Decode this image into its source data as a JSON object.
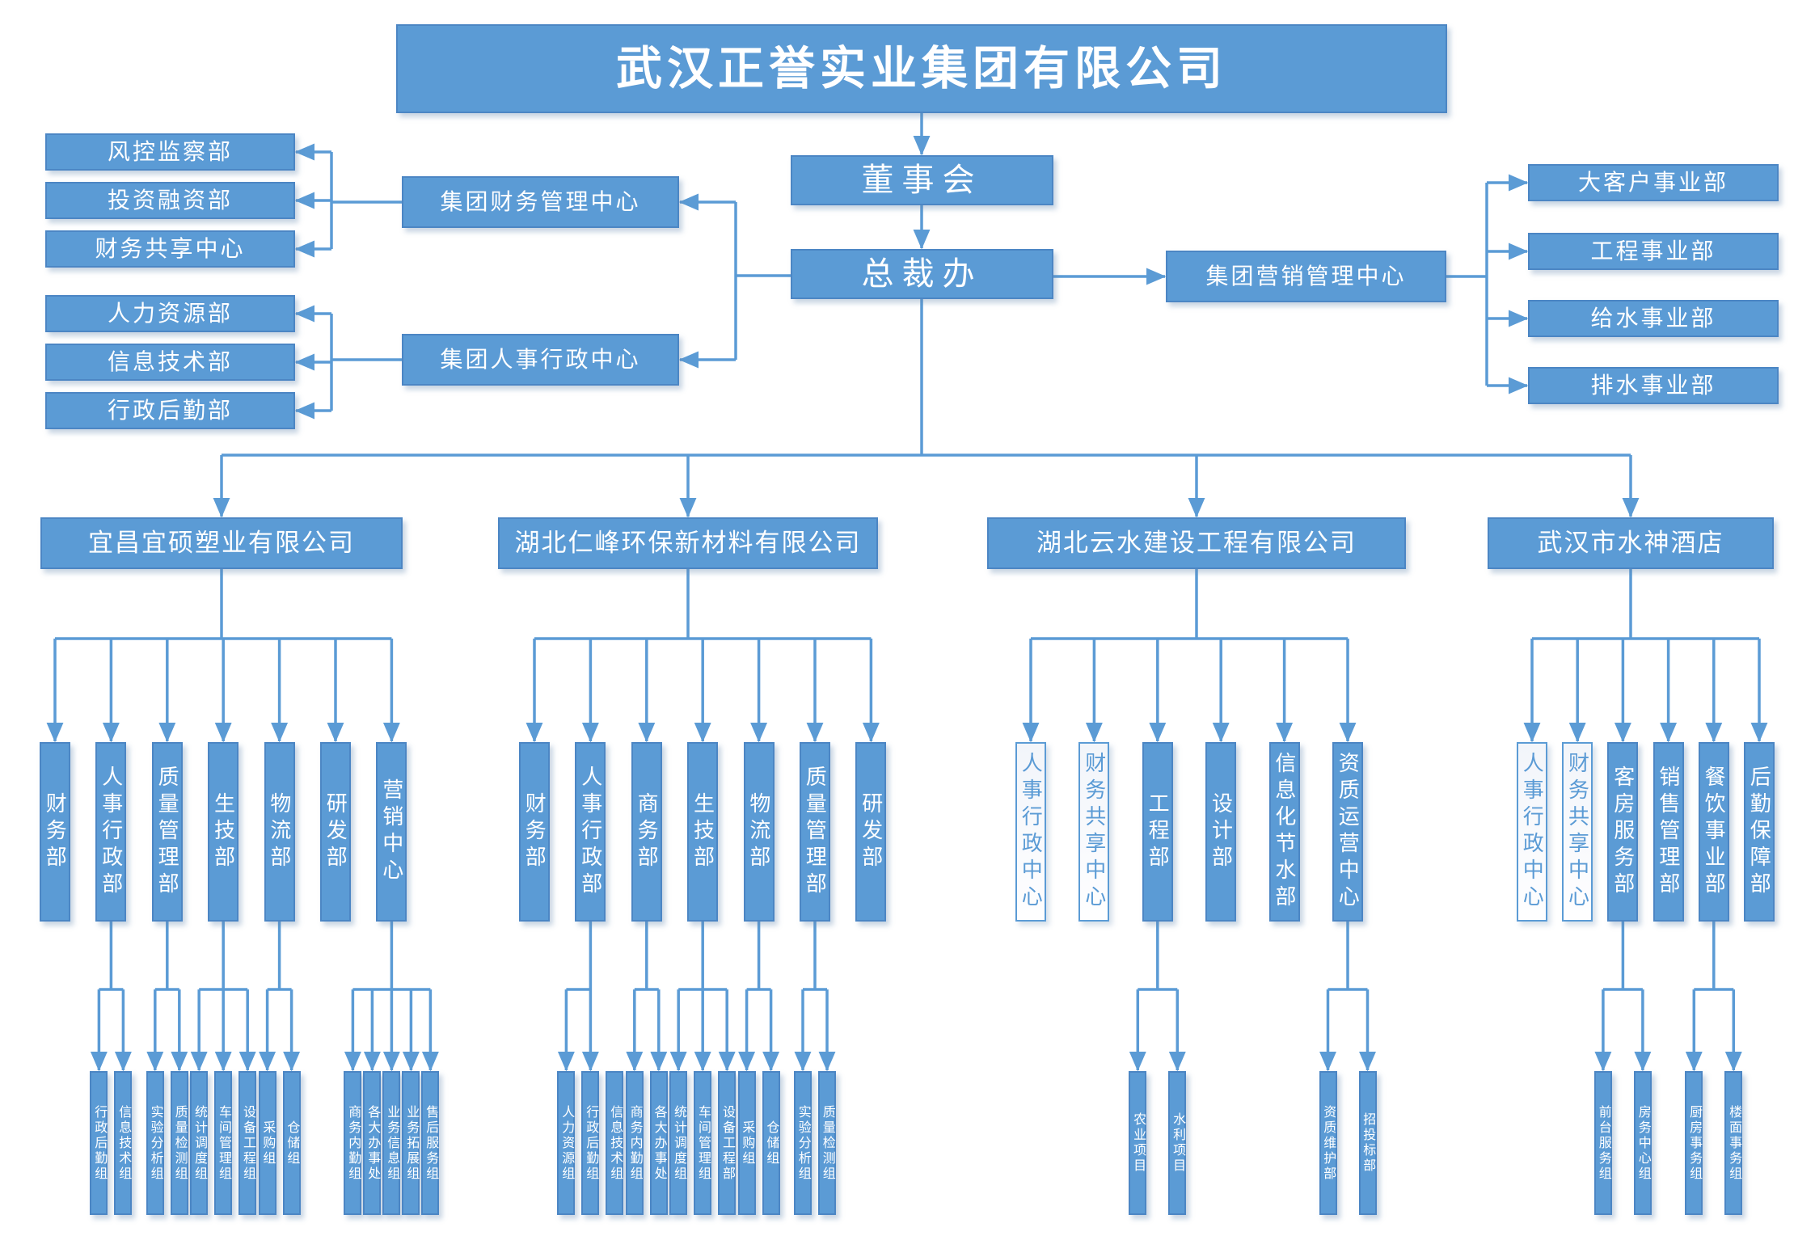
{
  "org_chart": {
    "title": "武汉正誉实业集团有限公司",
    "top_nodes": {
      "board": "董事会",
      "president_office": "总裁办"
    },
    "management_centers": {
      "finance": {
        "label": "集团财务管理中心",
        "departments": [
          "风控监察部",
          "投资融资部",
          "财务共享中心"
        ]
      },
      "hr_admin": {
        "label": "集团人事行政中心",
        "departments": [
          "人力资源部",
          "信息技术部",
          "行政后勤部"
        ]
      },
      "marketing": {
        "label": "集团营销管理中心",
        "departments": [
          "大客户事业部",
          "工程事业部",
          "给水事业部",
          "排水事业部"
        ]
      }
    },
    "subsidiaries": [
      {
        "name": "宜昌宜硕塑业有限公司",
        "departments": [
          {
            "label": "财务部",
            "variant": "filled",
            "groups": []
          },
          {
            "label": "人事行政部",
            "variant": "filled",
            "groups": [
              {
                "label": "行政后勤组"
              },
              {
                "label": "信息技术组"
              }
            ]
          },
          {
            "label": "质量管理部",
            "variant": "filled",
            "groups": [
              {
                "label": "实验分析组"
              },
              {
                "label": "质量检测组"
              }
            ]
          },
          {
            "label": "生技部",
            "variant": "filled",
            "groups": [
              {
                "label": "统计调度组"
              },
              {
                "label": "车间管理组"
              },
              {
                "label": "设备工程组"
              }
            ]
          },
          {
            "label": "物流部",
            "variant": "filled",
            "groups": [
              {
                "label": "采购组"
              },
              {
                "label": "仓储组"
              }
            ]
          },
          {
            "label": "研发部",
            "variant": "filled",
            "groups": []
          },
          {
            "label": "营销中心",
            "variant": "filled",
            "groups": [
              {
                "label": "商务内勤组"
              },
              {
                "label": "各大办事处"
              },
              {
                "label": "业务信息组"
              },
              {
                "label": "业务拓展组"
              },
              {
                "label": "售后服务组"
              }
            ]
          }
        ]
      },
      {
        "name": "湖北仁峰环保新材料有限公司",
        "departments": [
          {
            "label": "财务部",
            "variant": "filled",
            "groups": []
          },
          {
            "label": "人事行政部",
            "variant": "filled",
            "groups": [
              {
                "label": "人力资源组"
              },
              {
                "label": "行政后勤组"
              },
              {
                "label": "信息技术组",
                "arrow": false
              }
            ]
          },
          {
            "label": "商务部",
            "variant": "filled",
            "groups": [
              {
                "label": "商务内勤组"
              },
              {
                "label": "各大办事处"
              }
            ]
          },
          {
            "label": "生技部",
            "variant": "filled",
            "groups": [
              {
                "label": "统计调度组"
              },
              {
                "label": "车间管理组"
              },
              {
                "label": "设备工程部"
              }
            ]
          },
          {
            "label": "物流部",
            "variant": "filled",
            "groups": [
              {
                "label": "采购组"
              },
              {
                "label": "仓储组"
              }
            ]
          },
          {
            "label": "质量管理部",
            "variant": "filled",
            "groups": [
              {
                "label": "实验分析组"
              },
              {
                "label": "质量检测组"
              }
            ]
          },
          {
            "label": "研发部",
            "variant": "filled",
            "groups": []
          }
        ]
      },
      {
        "name": "湖北云水建设工程有限公司",
        "departments": [
          {
            "label": "人事行政中心",
            "variant": "outline",
            "groups": []
          },
          {
            "label": "财务共享中心",
            "variant": "outline",
            "groups": []
          },
          {
            "label": "工程部",
            "variant": "filled",
            "groups": [
              {
                "label": "农业项目"
              },
              {
                "label": "水利项目"
              }
            ]
          },
          {
            "label": "设计部",
            "variant": "filled",
            "groups": []
          },
          {
            "label": "信息化节水部",
            "variant": "filled",
            "groups": []
          },
          {
            "label": "资质运营中心",
            "variant": "filled",
            "groups": [
              {
                "label": "资质维护部"
              },
              {
                "label": "招投标部"
              }
            ]
          }
        ]
      },
      {
        "name": "武汉市水神酒店",
        "departments": [
          {
            "label": "人事行政中心",
            "variant": "outline",
            "groups": []
          },
          {
            "label": "财务共享中心",
            "variant": "outline",
            "groups": []
          },
          {
            "label": "客房服务部",
            "variant": "filled",
            "groups": [
              {
                "label": "前台服务组"
              },
              {
                "label": "房务中心组"
              }
            ]
          },
          {
            "label": "销售管理部",
            "variant": "filled",
            "groups": []
          },
          {
            "label": "餐饮事业部",
            "variant": "filled",
            "groups": [
              {
                "label": "厨房事务组"
              },
              {
                "label": "楼面事务组"
              }
            ]
          },
          {
            "label": "后勤保障部",
            "variant": "filled",
            "groups": []
          }
        ]
      }
    ],
    "colors": {
      "primary": "#5b9bd5",
      "box_border": "#4c86c4",
      "text_on_fill": "#ffffff",
      "outline_text": "#5b9bd5",
      "background": "#ffffff"
    }
  }
}
